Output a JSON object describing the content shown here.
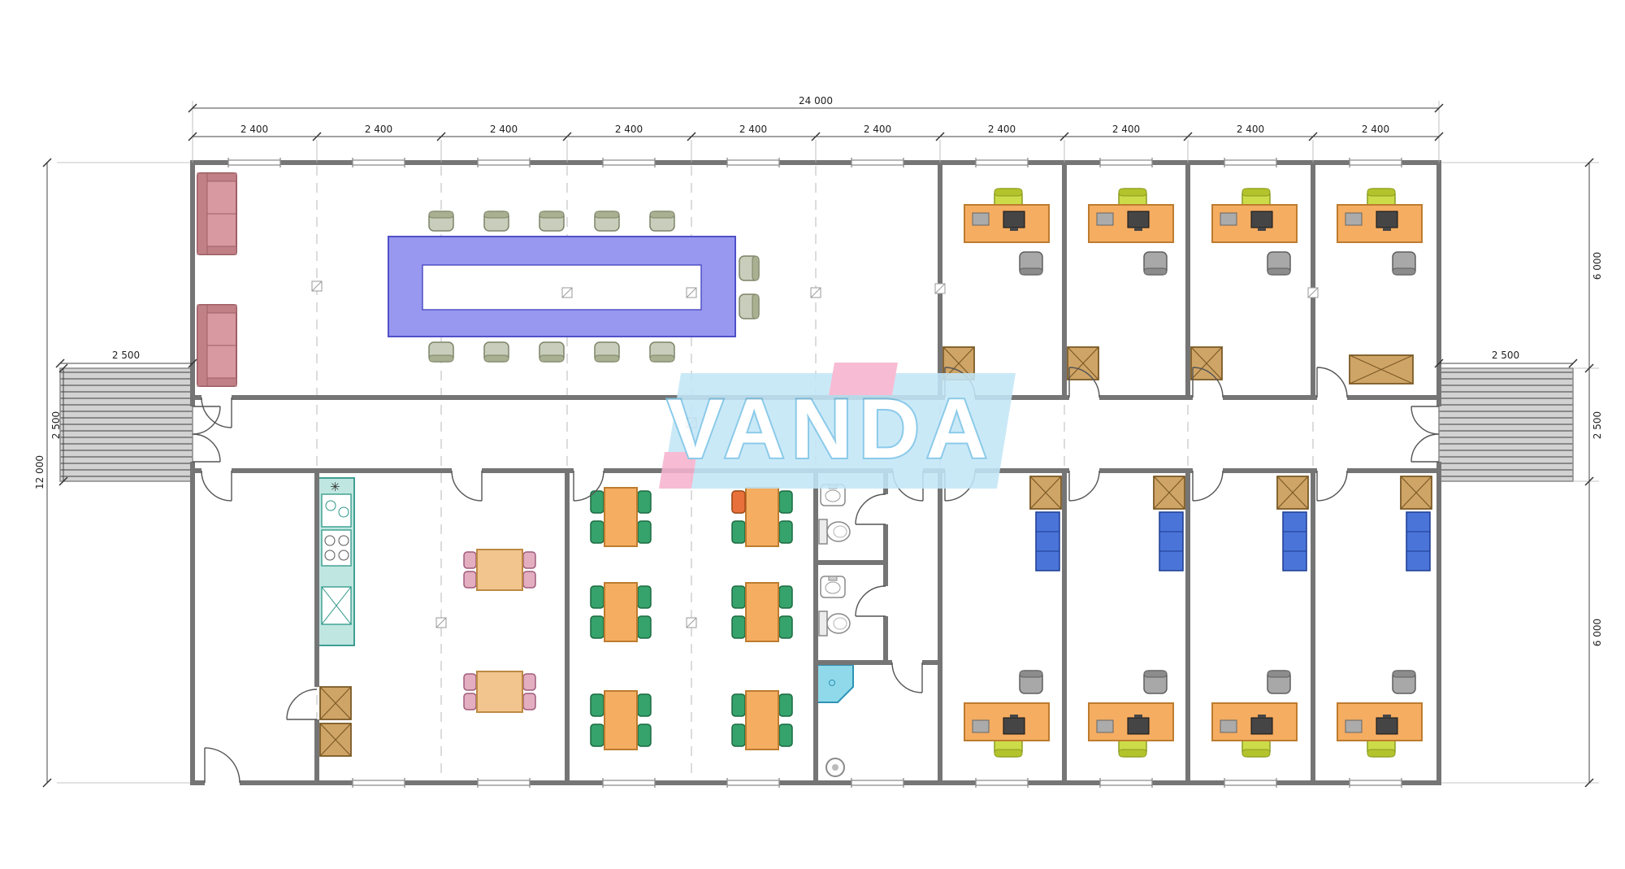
{
  "watermark": {
    "text": "VANDA"
  },
  "dimensions": {
    "overall_width": "24 000",
    "bays": [
      "2 400",
      "2 400",
      "2 400",
      "2 400",
      "2 400",
      "2 400",
      "2 400",
      "2 400",
      "2 400",
      "2 400"
    ],
    "left_total": "12 000",
    "corridor_width": "2 500",
    "ramp_left": "2 500",
    "ramp_right": "2 500",
    "right_top": "6 000",
    "right_middle": "2 500",
    "right_bottom": "6 000"
  },
  "symbols": {
    "kitchen_marker": "✳"
  },
  "colors": {
    "wall": "#757575",
    "desk_orange": "#f5ad62",
    "office_chair_lime": "#ccdc49",
    "guest_chair_gray": "#a8a8a8",
    "cafeteria_chair_green": "#36a36c",
    "highlight_chair_orange": "#e8703a",
    "dining_chair_pink": "#e3aec0",
    "sofa_rose": "#d89aa0",
    "conference_table_purple": "#9898f0",
    "kitchen_teal": "#bfe6e0",
    "cabinet_tan": "#cfa567",
    "shelf_blue": "#4a74d8",
    "shower_cyan": "#8fd9ea",
    "watermark_blue": "#c3e6f7",
    "watermark_pink": "#f6b3cf"
  }
}
